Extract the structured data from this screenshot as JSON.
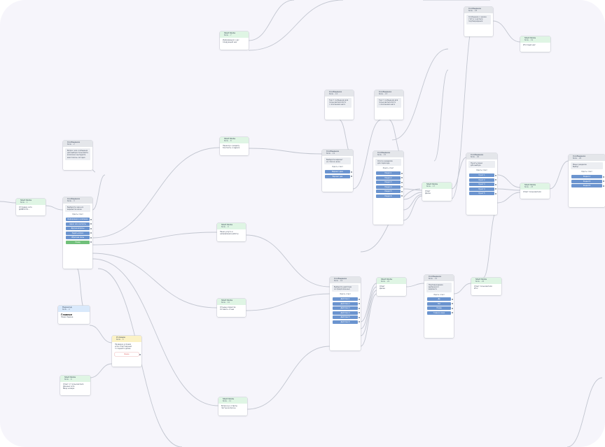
{
  "nodes": [
    {
      "id": "n_start",
      "header": "green",
      "title": "Start Node",
      "sub": "Node ··· 1",
      "lines": [
        "Отправка чата",
        "ДОБРО ПО..."
      ],
      "buttons": []
    },
    {
      "id": "n_msg_top",
      "header": "gray",
      "title": "Сообщение",
      "sub": "Node ··· 2",
      "message": [
        "Вопрос или сообщение",
        "для выбора пользователя",
        "возможно вы будете",
        "вам помочь сегодня"
      ],
      "buttons": []
    },
    {
      "id": "n_msg_menu",
      "header": "gray",
      "title": "Сообщение",
      "sub": "Node ··· 3",
      "message": [
        "Выберите один из",
        "вариантов ниже"
      ],
      "wait": "Ждать ответ",
      "buttons": [
        "Информация о компании",
        "Адрес или контакты",
        "Другие вопросы",
        "Задать вопрос",
        "Обратная связь",
        "Назад"
      ],
      "last_green": true
    },
    {
      "id": "n_blue",
      "header": "blue",
      "title": "Переход",
      "sub": "Node ··· 4",
      "lines": [
        "Главное",
        "Новая Задача"
      ],
      "big": true,
      "buttons": []
    },
    {
      "id": "n_yellow",
      "header": "yellow",
      "title": "Условие",
      "sub": "Node ··· 5",
      "lines": [
        "Проверка условия",
        "если ответ верный",
        "то перейти далее"
      ],
      "buttons": [
        "Иначе"
      ],
      "red": true
    },
    {
      "id": "n_bottom_left",
      "header": "green",
      "title": "Start Node",
      "sub": "Node ··· 6",
      "lines": [
        "Ответ от пользователя",
        "Данные чата",
        "Ввод номера"
      ],
      "buttons": []
    },
    {
      "id": "n_col2_a",
      "header": "green",
      "title": "Start Node",
      "sub": "Node ··· 7",
      "lines": [
        "Информация о нас",
        "Следующий шаг"
      ],
      "buttons": []
    },
    {
      "id": "n_col2_b",
      "header": "green",
      "title": "Start Node",
      "sub": "Node ··· 8",
      "lines": [
        "Переход к разделу",
        "Контакты и адреса"
      ],
      "buttons": []
    },
    {
      "id": "n_col2_c",
      "header": "green",
      "title": "Start Node",
      "sub": "Node ··· 9",
      "lines": [
        "Наши услуги и",
        "направления работы"
      ],
      "buttons": []
    },
    {
      "id": "n_col2_d",
      "header": "green",
      "title": "Start Node",
      "sub": "Node ··· 10",
      "lines": [
        "Отзывы клиентов",
        "Оставить отзыв"
      ],
      "buttons": []
    },
    {
      "id": "n_col2_e",
      "header": "green",
      "title": "Start Node",
      "sub": "Node ··· 11",
      "lines": [
        "Вопросы и ответы",
        "Частые вопросы"
      ],
      "buttons": []
    },
    {
      "id": "n_c3_top1",
      "header": "gray",
      "title": "Сообщение",
      "sub": "Node ··· 12",
      "message": [
        "Текст сообщения для",
        "пользователя бота",
        "с описанием шага"
      ],
      "buttons": []
    },
    {
      "id": "n_c3_top2",
      "header": "gray",
      "title": "Сообщение",
      "sub": "Node ··· 13",
      "message": [
        "Текст сообщения для",
        "пользователя бота",
        "с описанием шага"
      ],
      "buttons": []
    },
    {
      "id": "n_c3_mid",
      "header": "gray",
      "title": "Сообщение",
      "sub": "Node ··· 14",
      "message": [
        "Выберите вариант",
        "из списка ниже"
      ],
      "wait": "Ждать ответ",
      "buttons": [
        "Вариант один",
        "Вариант два"
      ]
    },
    {
      "id": "n_c3_list",
      "header": "gray",
      "title": "Сообщение",
      "sub": "Node ··· 15",
      "message": [
        "Список разделов",
        "для перехода"
      ],
      "wait": "Ждать ответ",
      "buttons": [
        "Раздел 1",
        "Раздел 2",
        "Раздел 3",
        "Раздел 4",
        "Раздел 5",
        "Раздел 6"
      ]
    },
    {
      "id": "n_c3_low",
      "header": "gray",
      "title": "Сообщение",
      "sub": "Node ··· 16",
      "message": [
        "Выберите действие",
        "из предложенных"
      ],
      "wait": "Ждать ответ",
      "buttons": [
        "Действие 1",
        "Действие 2",
        "Действие 3",
        "Действие 4",
        "Действие 5",
        "Действие 6"
      ]
    },
    {
      "id": "n_c4_start",
      "header": "green",
      "title": "Start Node",
      "sub": "Node ··· 17",
      "lines": [
        "Ответ",
        "Далее"
      ],
      "buttons": []
    },
    {
      "id": "n_c4_top",
      "header": "gray",
      "title": "Сообщение",
      "sub": "Node ··· 18",
      "message": [
        "Сообщение о заказе",
        "статус и детали",
        "подтверждения"
      ],
      "buttons": []
    },
    {
      "id": "n_c4_topright",
      "header": "green",
      "title": "Start Node",
      "sub": "Node ··· 19",
      "lines": [
        "Итоговый шаг"
      ],
      "buttons": []
    },
    {
      "id": "n_c4_mid",
      "header": "gray",
      "title": "Сообщение",
      "sub": "Node ··· 20",
      "message": [
        "Пункты меню",
        "для выбора"
      ],
      "wait": "Ждать ответ",
      "buttons": [
        "Пункт 1",
        "Пункт 2",
        "Пункт 3",
        "Пункт 4",
        "Пункт 5"
      ]
    },
    {
      "id": "n_c4_low",
      "header": "gray",
      "title": "Сообщение",
      "sub": "Node ··· 21",
      "message": [
        "Подтверждение",
        "выбранного",
        "варианта"
      ],
      "wait": "Ждать ответ",
      "buttons": [
        "Да",
        "Нет",
        "Назад",
        "Главное меню"
      ]
    },
    {
      "id": "n_c4_lowstart",
      "header": "green",
      "title": "Start Node",
      "sub": "Node ··· 22",
      "lines": [
        "Ответ",
        "Далее"
      ],
      "buttons": []
    },
    {
      "id": "n_c5_start",
      "header": "green",
      "title": "Start Node",
      "sub": "Node ··· 23",
      "lines": [
        "Ответ пользователя"
      ],
      "buttons": []
    },
    {
      "id": "n_c5_lowstart",
      "header": "green",
      "title": "Start Node",
      "sub": "Node ··· 24",
      "lines": [
        "Ответ пользователя",
        "Итог"
      ],
      "buttons": []
    },
    {
      "id": "n_c6_start",
      "header": "green",
      "title": "Start Node",
      "sub": "Node ··· 25",
      "lines": [
        "Ответ"
      ],
      "buttons": []
    },
    {
      "id": "n_c6_menu",
      "header": "gray",
      "title": "Сообщение",
      "sub": "Node ··· 26",
      "message": [
        "Меню разделов",
        "Выбор"
      ],
      "wait": "Ждать ответ",
      "buttons": [
        "Раздел А",
        "Раздел Б",
        "Раздел В"
      ]
    }
  ]
}
